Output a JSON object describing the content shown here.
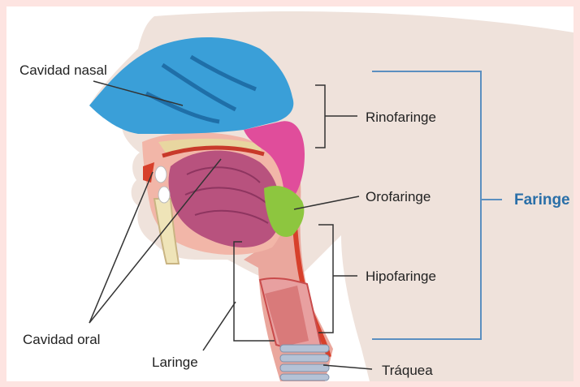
{
  "labels": {
    "nasal_cavity": "Cavidad nasal",
    "nasopharynx": "Rinofaringe",
    "oropharynx": "Orofaringe",
    "pharynx": "Faringe",
    "hypopharynx": "Hipofaringe",
    "oral_cavity": "Cavidad oral",
    "larynx": "Laringe",
    "trachea": "Tráquea"
  },
  "colors": {
    "background": "#fde4e1",
    "panel": "#ffffff",
    "skin": "#f0e2da",
    "nasal_cavity": "#3a9fd8",
    "nasopharynx": "#e04d9b",
    "oropharynx": "#8dc63f",
    "tongue": "#b8527e",
    "bracket": "#333333",
    "pharynx_bracket": "#5b8fc0",
    "pharynx_text": "#2a6fa8"
  }
}
